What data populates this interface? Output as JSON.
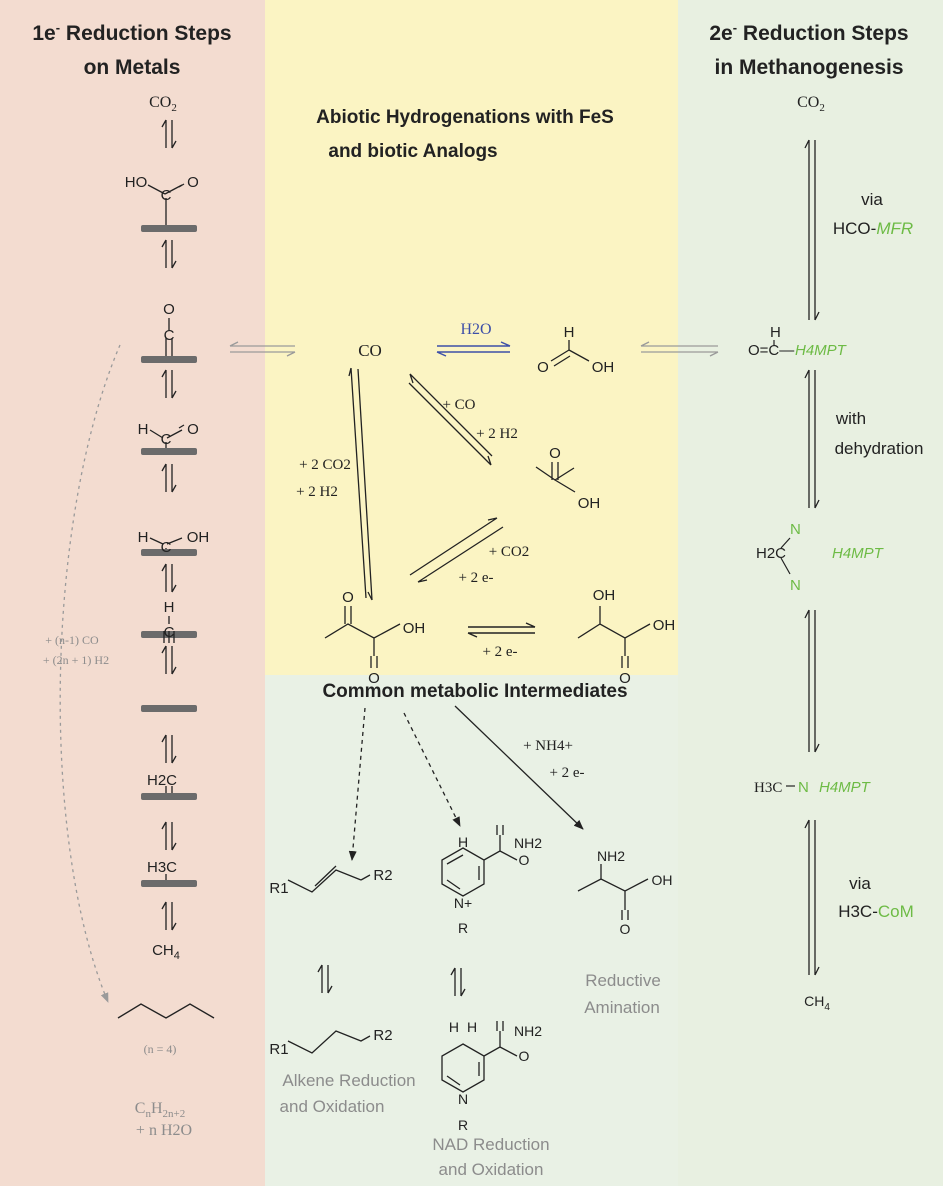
{
  "colors": {
    "left_panel": "#f3dcd0",
    "middle_panel": "#fbf4c3",
    "right_panel": "#e8f0e1",
    "bottom_panel": "#e9f1e5",
    "green_label": "#6dbb45",
    "blue_label": "#3d4fa8",
    "gray_text": "#8c8c8c",
    "surface": "#6b6b6b"
  },
  "left": {
    "title_line1_a": "1e",
    "title_line1_sup": "-",
    "title_line1_b": " Reduction Steps",
    "title_line2": "on Metals",
    "co2": "CO",
    "co2_sub": "2",
    "ho": "HO",
    "o": "O",
    "c": "C",
    "h": "H",
    "oh": "OH",
    "h2c": "H2C",
    "h3c": "H3C",
    "ch4_a": "CH",
    "ch4_sub": "4",
    "arrow_label1": "+ (n-1) CO",
    "arrow_label2": "+ (2n + 1) H2",
    "n4": "(n = 4)",
    "cnh_a": "C",
    "cnh_b": "n",
    "cnh_c": "H",
    "cnh_d": "2n+2",
    "plus_water": "+ n H2O"
  },
  "middle": {
    "title_line1": "Abiotic Hydrogenations with FeS",
    "title_line2": "and biotic Analogs",
    "co": "CO",
    "h2o": "H2O",
    "h": "H",
    "o": "O",
    "oh": "OH",
    "plus_co": "+ CO",
    "plus_2h2": "+ 2 H2",
    "plus_2co2": "+ 2 CO2",
    "plus_2h2_b": "+ 2 H2",
    "plus_co2": "+ CO2",
    "plus_2e": "+ 2 e-",
    "plus_2e_b": "+ 2 e-"
  },
  "bottom": {
    "title": "Common metabolic Intermediates",
    "nh4": "+ NH4+",
    "plus_2e": "+ 2 e-",
    "r1": "R1",
    "r2": "R2",
    "r": "R",
    "n": "N",
    "nplus": "N+",
    "nh2": "NH2",
    "oh": "OH",
    "o": "O",
    "h": "H",
    "alkene_line1": "Alkene Reduction",
    "alkene_line2": "and Oxidation",
    "nad_line1": "NAD Reduction",
    "nad_line2": "and Oxidation",
    "amination_line1": "Reductive",
    "amination_line2": "Amination"
  },
  "right": {
    "title_line1_a": "2e",
    "title_line1_sup": "-",
    "title_line1_b": " Reduction Steps",
    "title_line2": "in Methanogenesis",
    "co2": "CO",
    "co2_sub": "2",
    "via1": "via",
    "via1_b_black": "HCO-",
    "via1_b_green": "MFR",
    "ocmpt_black": "O=C—",
    "h": "H",
    "h4mpt": "H4MPT",
    "with": "with",
    "dehydration": "dehydration",
    "n": "N",
    "h2c": "H2C",
    "h3c": "H3C",
    "via2": "via",
    "via2_b_black": "H3C-",
    "via2_b_green": "CoM",
    "ch4_a": "CH",
    "ch4_sub": "4"
  }
}
